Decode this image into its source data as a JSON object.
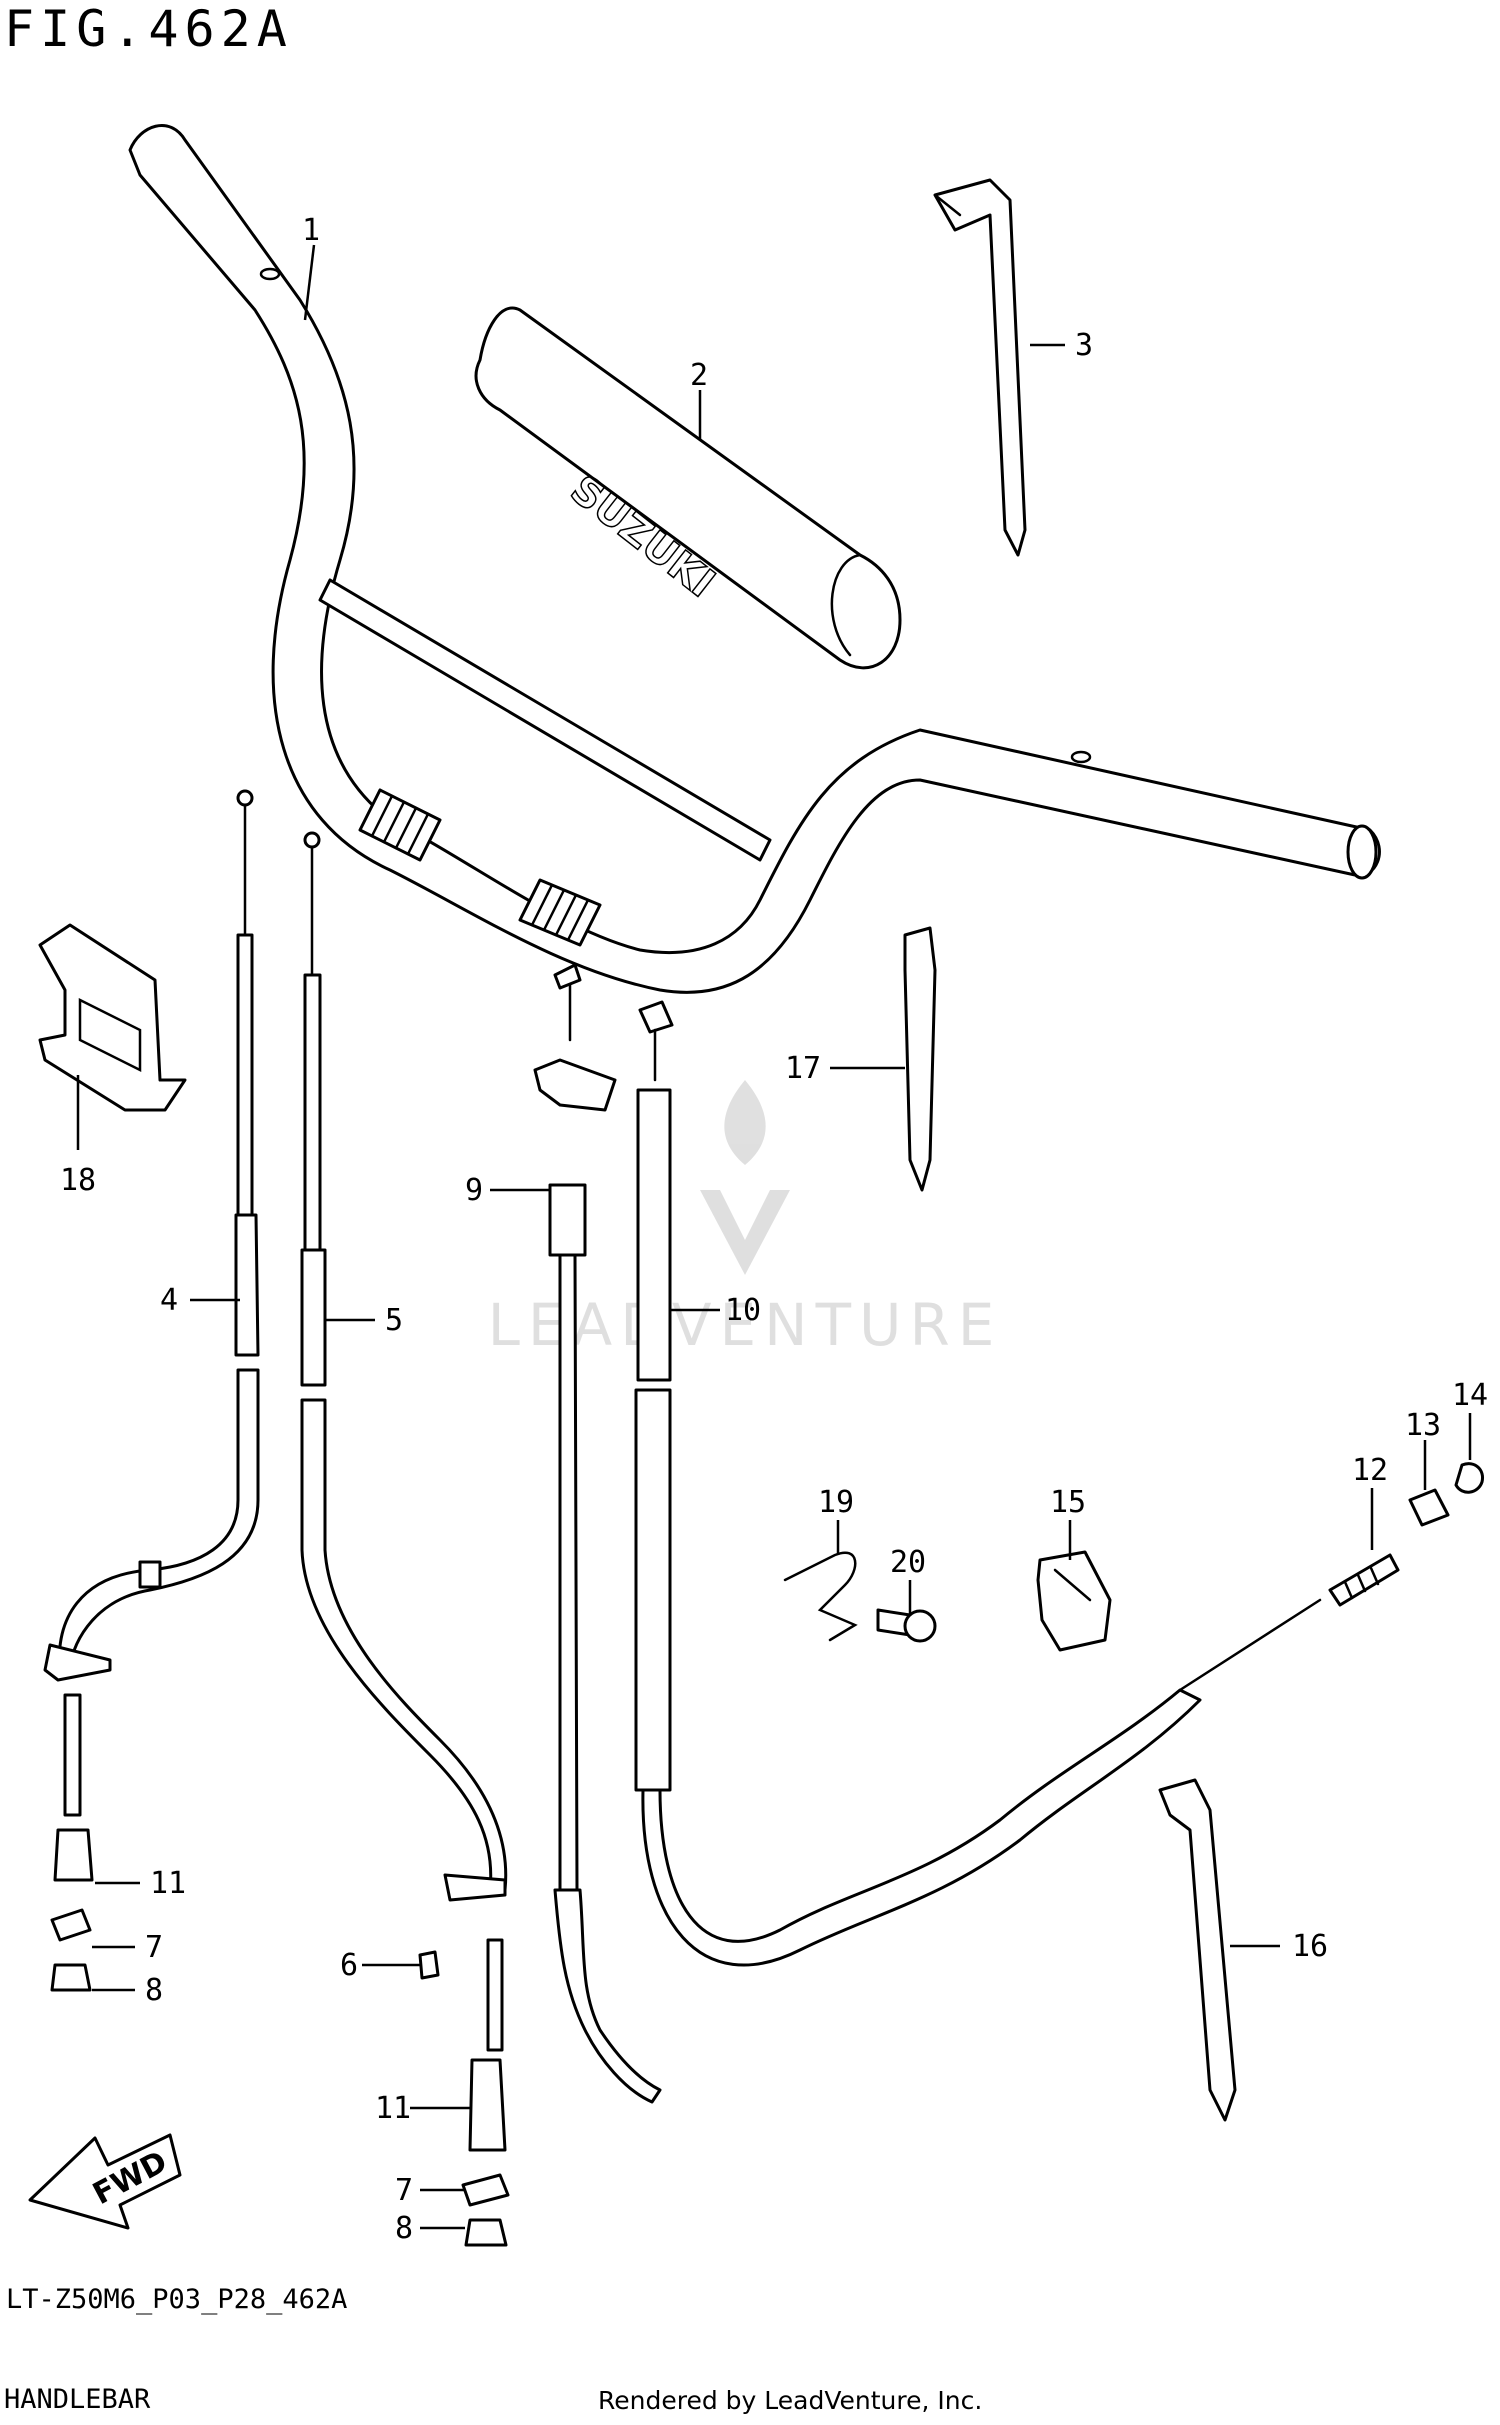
{
  "figure": {
    "title": "FIG.462A",
    "model_code": "LT-Z50M6_P03_P28_462A",
    "section_name": "HANDLEBAR",
    "credit": "Rendered by LeadVenture, Inc."
  },
  "watermark": {
    "text": "LEADVENTURE"
  },
  "parts": {
    "grip_cover_logo": "SUZUKI",
    "fwd_arrow": "FWD"
  },
  "callouts": [
    "1",
    "2",
    "3",
    "4",
    "5",
    "6",
    "7",
    "7",
    "8",
    "8",
    "9",
    "10",
    "11",
    "11",
    "12",
    "13",
    "14",
    "15",
    "16",
    "17",
    "18",
    "19",
    "20"
  ]
}
